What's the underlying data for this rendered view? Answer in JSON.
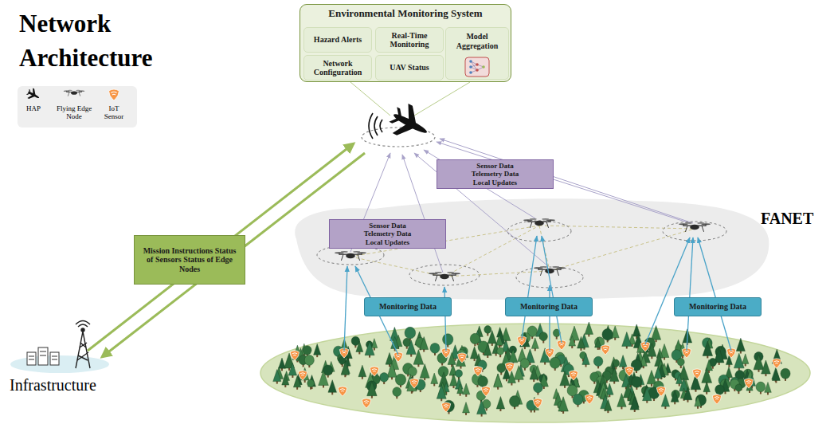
{
  "diagram": {
    "title": "Network Architecture",
    "nodes": [
      {
        "text": [
          "Environmental Monitoring System"
        ]
      },
      {
        "text": [
          "Hazard Alerts"
        ],
        "in": 0
      },
      {
        "text": [
          "Real-Time Monitoring"
        ],
        "in": 0
      },
      {
        "text": [
          "Model Aggregation"
        ],
        "in": 0
      },
      {
        "text": [
          "Network Configuration"
        ],
        "in": 0
      },
      {
        "text": [
          "UAV Status"
        ],
        "in": 0
      },
      {
        "text": [
          "Sensor Data Telemetry Data Local Updates"
        ]
      },
      {
        "text": [
          "Sensor Data Telemetry Data Local Updates"
        ]
      },
      {
        "text": [
          "Mission Instructions Status of Sensors Status of Edge Nodes"
        ]
      },
      {
        "text": [
          "Monitoring Data"
        ]
      },
      {
        "text": [
          "Monitoring Data"
        ]
      },
      {
        "text": [
          "Monitoring Data"
        ]
      }
    ],
    "labels": [
      "FANET",
      "Infrastructure"
    ],
    "legend": [
      {
        "text": "HAP"
      },
      {
        "text": "Flying Edge Node"
      },
      {
        "text": "IoT Sensor"
      }
    ]
  }
}
